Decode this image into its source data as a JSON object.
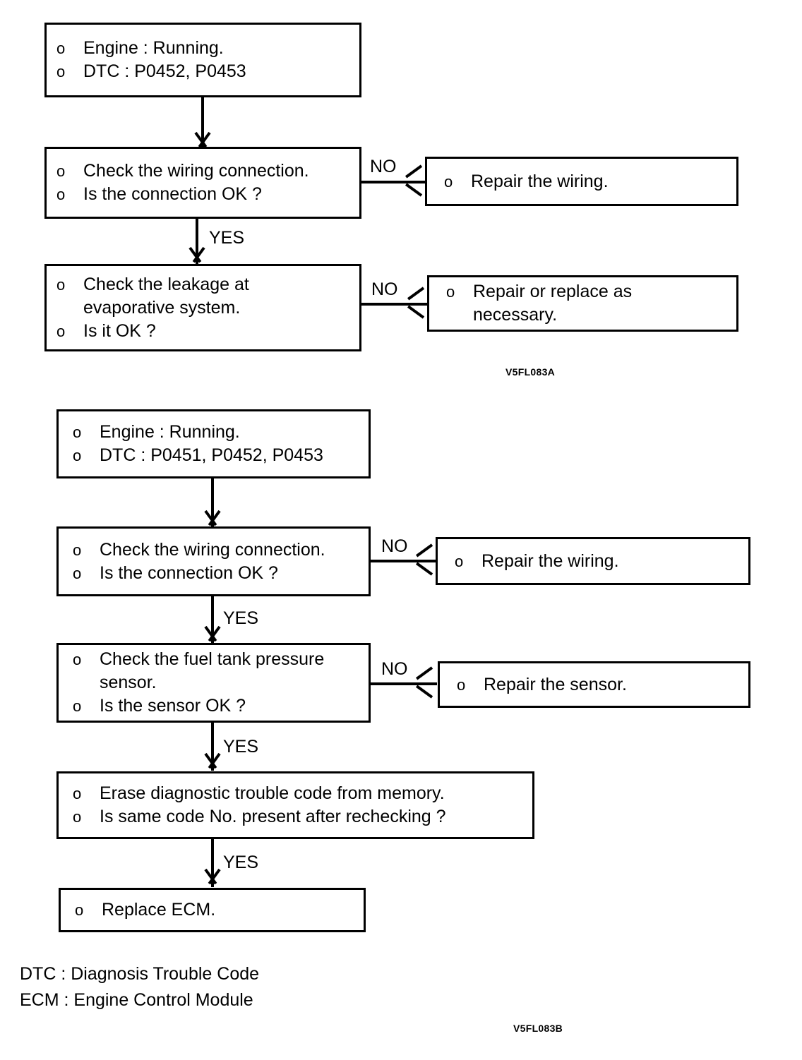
{
  "document": {
    "type": "diagnostic-flowchart",
    "legend": [
      "DTC : Diagnosis Trouble Code",
      "ECM : Engine Control Module"
    ],
    "legend_line_1": "DTC : Diagnosis Trouble Code",
    "legend_line_2": "ECM : Engine Control Module"
  },
  "flowchart_a": {
    "caption": "V5FL083A",
    "boxes": {
      "start": {
        "line1": "Engine : Running.",
        "line2": "DTC : P0452, P0453",
        "bullet1": "o",
        "bullet2": "o"
      },
      "check_wiring": {
        "line1": "Check the wiring connection.",
        "line2": "Is the connection OK ?",
        "bullet1": "o",
        "bullet2": "o"
      },
      "repair_wiring": {
        "line1": "Repair the wiring.",
        "bullet1": "o"
      },
      "check_leakage": {
        "line1": "Check the leakage at",
        "line1_cont": "evaporative system.",
        "line2": "Is it OK ?",
        "bullet1": "o",
        "bullet2": "o"
      },
      "repair_replace": {
        "line1": "Repair or replace as",
        "line1_cont": "necessary.",
        "bullet1": "o"
      }
    },
    "branches": {
      "no_wiring": "NO",
      "yes_wiring": "YES",
      "no_leakage": "NO"
    }
  },
  "flowchart_b": {
    "caption": "V5FL083B",
    "boxes": {
      "start": {
        "line1": "Engine : Running.",
        "line2": "DTC : P0451, P0452, P0453",
        "bullet1": "o",
        "bullet2": "o"
      },
      "check_wiring": {
        "line1": "Check the wiring connection.",
        "line2": "Is the connection OK ?",
        "bullet1": "o",
        "bullet2": "o"
      },
      "repair_wiring": {
        "line1": "Repair the wiring.",
        "bullet1": "o"
      },
      "check_sensor": {
        "line1": "Check the fuel tank pressure",
        "line1_cont": "sensor.",
        "line2": "Is the sensor OK ?",
        "bullet1": "o",
        "bullet2": "o"
      },
      "repair_sensor": {
        "line1": "Repair the sensor.",
        "bullet1": "o"
      },
      "erase_code": {
        "line1": "Erase diagnostic trouble code from memory.",
        "line2": "Is same code No. present after rechecking ?",
        "bullet1": "o",
        "bullet2": "o"
      },
      "replace_ecm": {
        "line1": "Replace ECM.",
        "bullet1": "o"
      }
    },
    "branches": {
      "no_wiring": "NO",
      "yes_wiring": "YES",
      "no_sensor": "NO",
      "yes_sensor": "YES",
      "yes_erase": "YES"
    }
  },
  "colors": {
    "ink": "#000000",
    "paper": "#ffffff"
  }
}
